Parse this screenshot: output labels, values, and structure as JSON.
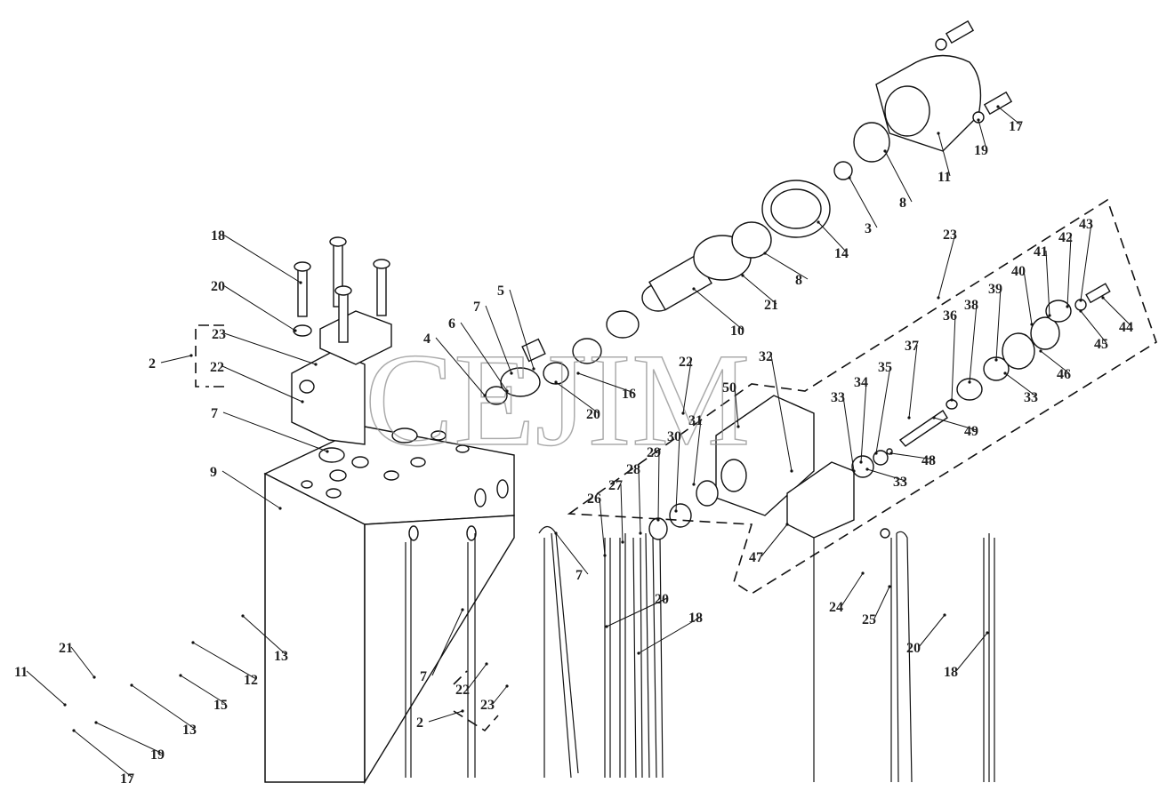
{
  "watermark": "CEJIM",
  "labels": [
    "17",
    "19",
    "11",
    "8",
    "3",
    "14",
    "8",
    "21",
    "10",
    "23",
    "43",
    "42",
    "41",
    "40",
    "39",
    "38",
    "36",
    "44",
    "45",
    "46",
    "33",
    "37",
    "49",
    "35",
    "34",
    "33",
    "48",
    "33",
    "32",
    "22",
    "50",
    "31",
    "30",
    "29",
    "28",
    "27",
    "26",
    "7",
    "47",
    "24",
    "25",
    "20",
    "18",
    "20",
    "18",
    "18",
    "20",
    "23",
    "2",
    "22",
    "4",
    "6",
    "7",
    "5",
    "16",
    "20",
    "7",
    "9",
    "13",
    "12",
    "15",
    "13",
    "19",
    "17",
    "11",
    "21",
    "7",
    "22",
    "23",
    "2"
  ]
}
